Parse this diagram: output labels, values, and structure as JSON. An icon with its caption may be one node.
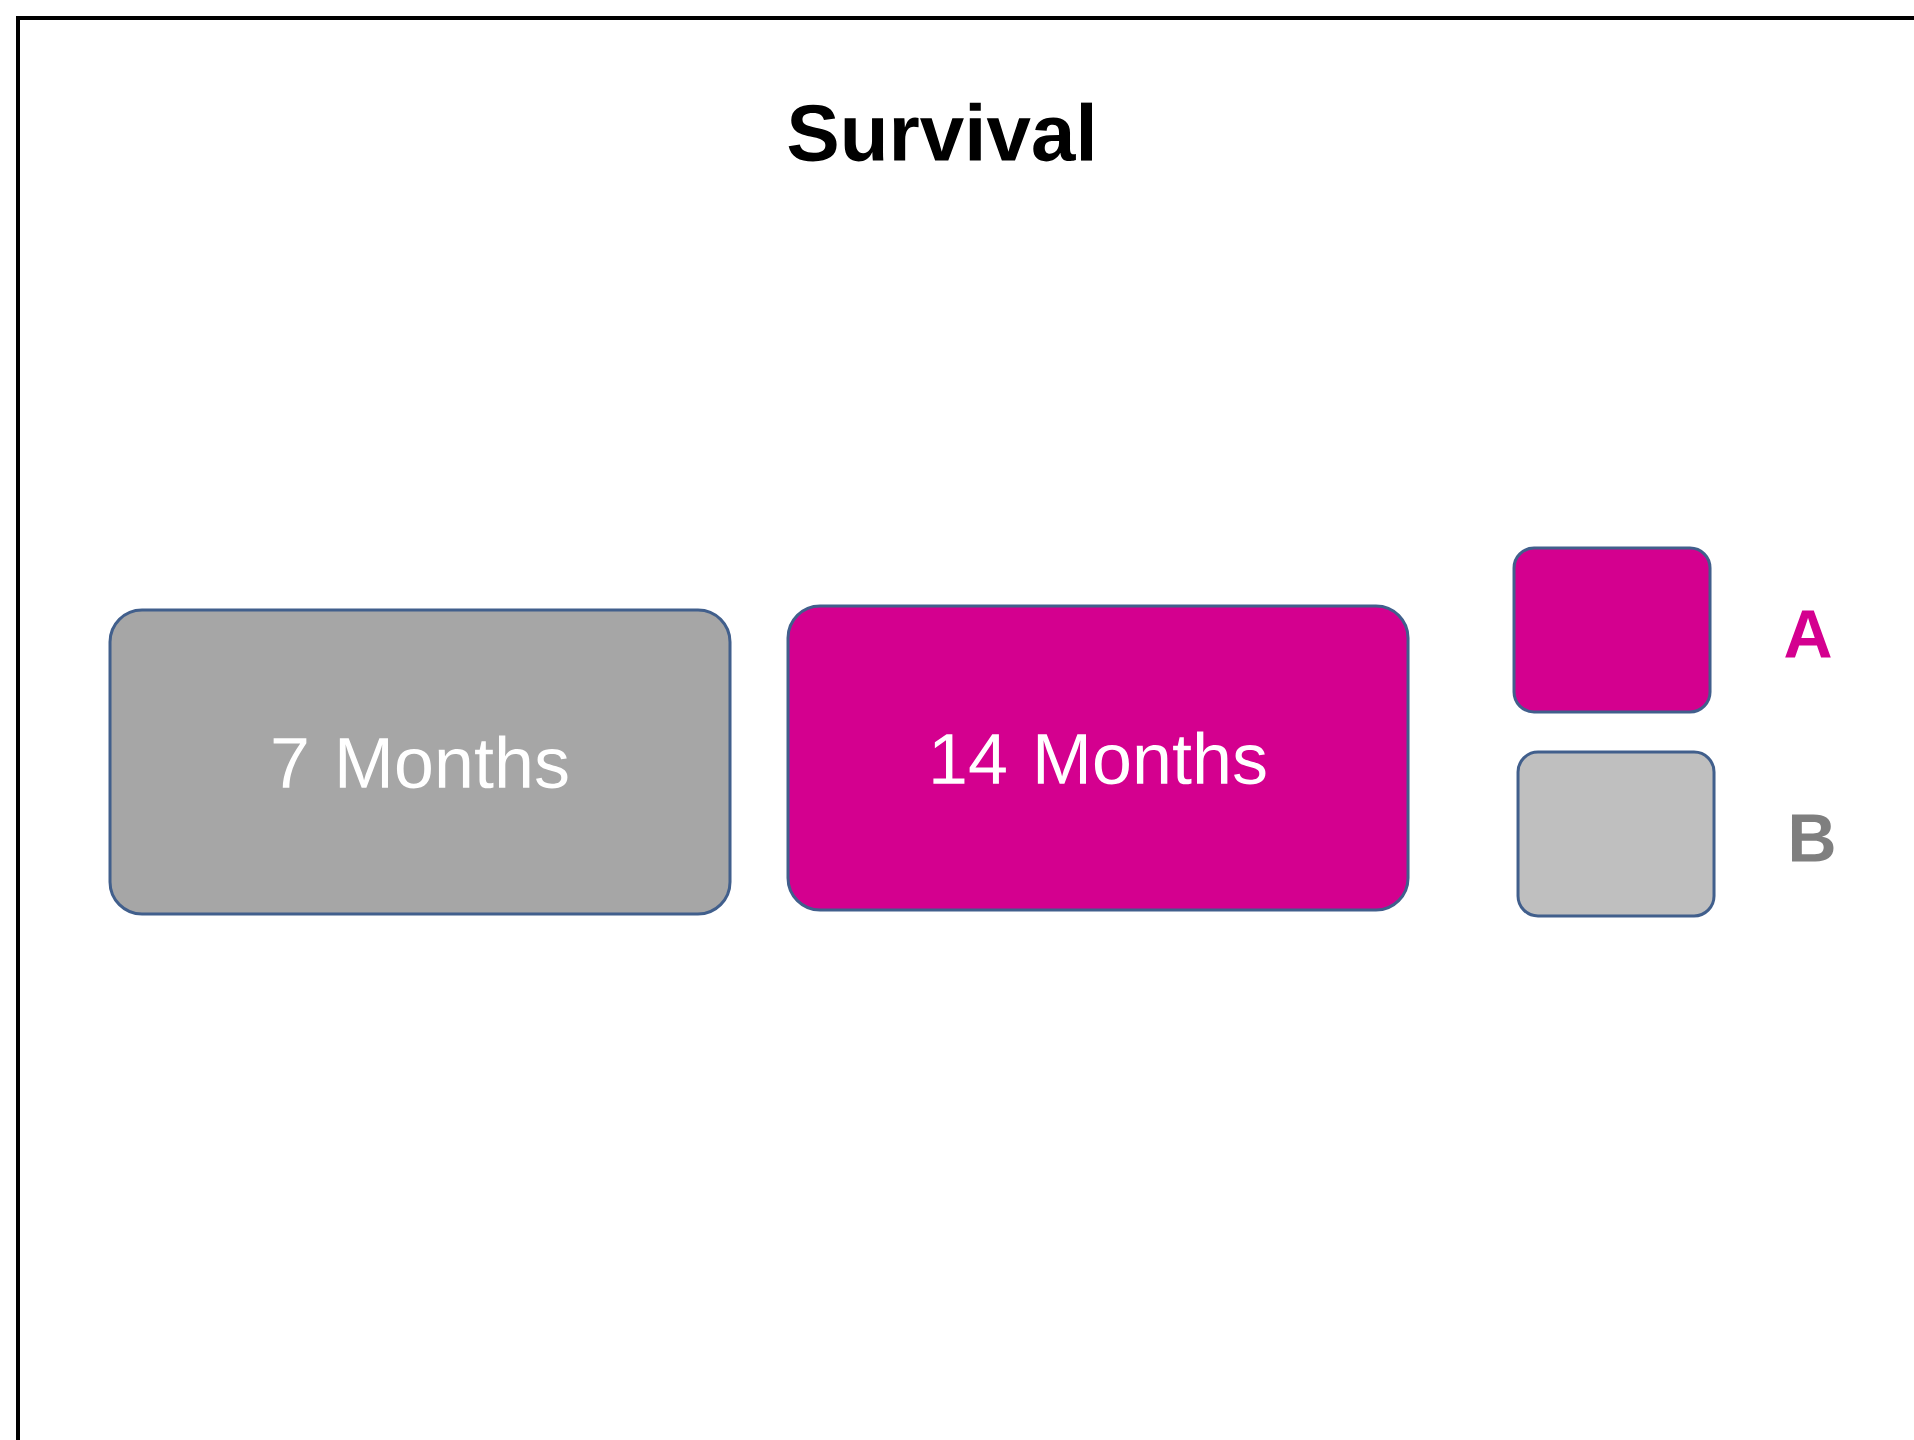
{
  "diagram": {
    "title": "Survival",
    "nodes": [
      {
        "text": [
          "7 Months"
        ]
      },
      {
        "text": [
          "14 Months"
        ]
      }
    ],
    "legend": [
      {
        "text": "A",
        "color": "#d4008f"
      },
      {
        "text": "B",
        "color": "#bfbfbf"
      }
    ]
  }
}
